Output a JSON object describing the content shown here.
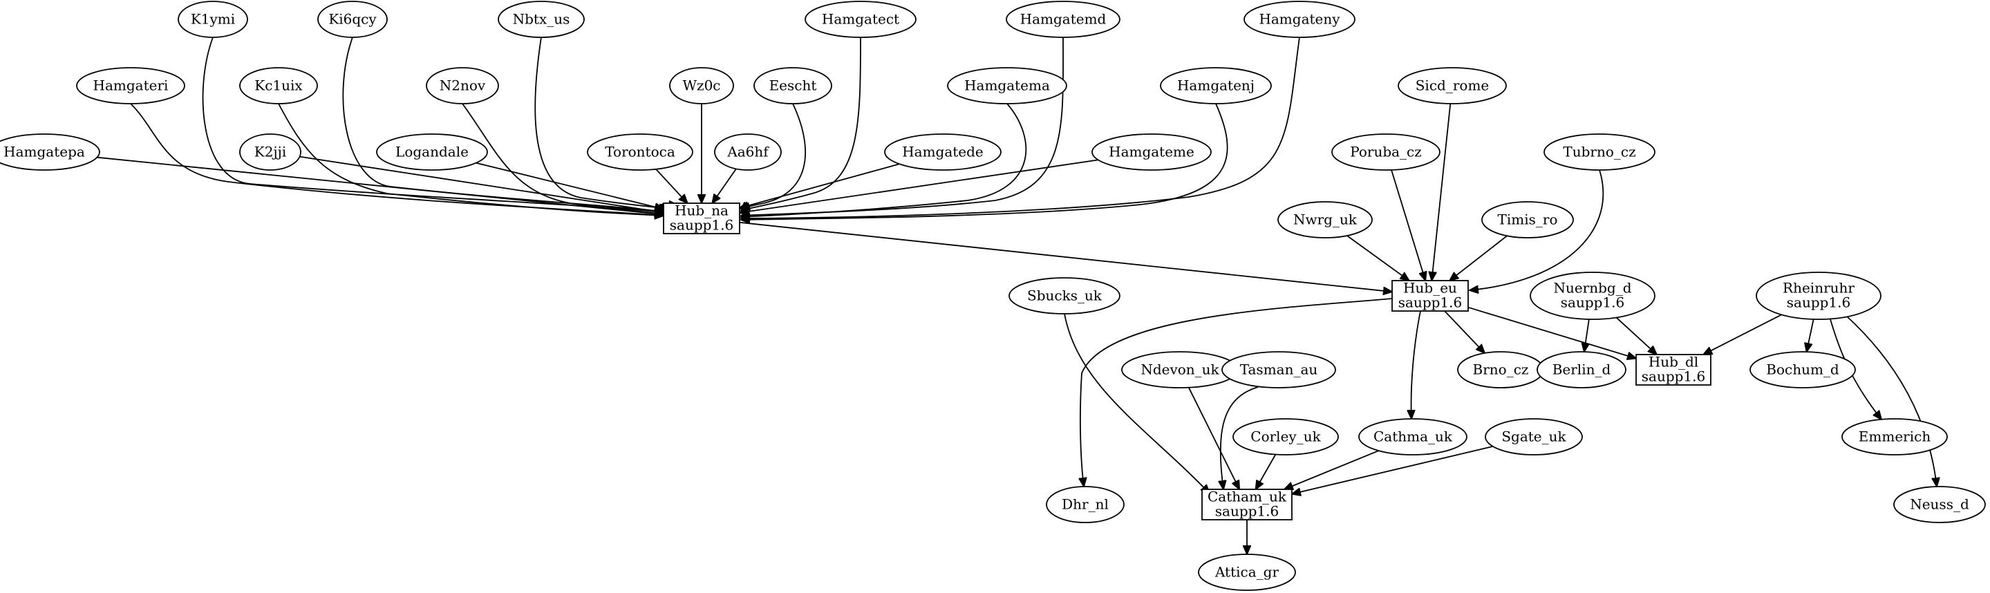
{
  "diagram": {
    "nodes": [
      {
        "id": "k1ymi",
        "label": "K1ymi",
        "shape": "ellipse"
      },
      {
        "id": "ki6qcy",
        "label": "Ki6qcy",
        "shape": "ellipse"
      },
      {
        "id": "nbtx_us",
        "label": "Nbtx_us",
        "shape": "ellipse"
      },
      {
        "id": "hamgatect",
        "label": "Hamgatect",
        "shape": "ellipse"
      },
      {
        "id": "hamgatemd",
        "label": "Hamgatemd",
        "shape": "ellipse"
      },
      {
        "id": "hamgateny",
        "label": "Hamgateny",
        "shape": "ellipse"
      },
      {
        "id": "hamgateri",
        "label": "Hamgateri",
        "shape": "ellipse"
      },
      {
        "id": "kc1uix",
        "label": "Kc1uix",
        "shape": "ellipse"
      },
      {
        "id": "n2nov",
        "label": "N2nov",
        "shape": "ellipse"
      },
      {
        "id": "wz0c",
        "label": "Wz0c",
        "shape": "ellipse"
      },
      {
        "id": "eescht",
        "label": "Eescht",
        "shape": "ellipse"
      },
      {
        "id": "hamgatema",
        "label": "Hamgatema",
        "shape": "ellipse"
      },
      {
        "id": "hamgatenj",
        "label": "Hamgatenj",
        "shape": "ellipse"
      },
      {
        "id": "sicd_rome",
        "label": "Sicd_rome",
        "shape": "ellipse"
      },
      {
        "id": "hamgatepa",
        "label": "Hamgatepa",
        "shape": "ellipse"
      },
      {
        "id": "k2jji",
        "label": "K2jji",
        "shape": "ellipse"
      },
      {
        "id": "logandale",
        "label": "Logandale",
        "shape": "ellipse"
      },
      {
        "id": "torontoca",
        "label": "Torontoca",
        "shape": "ellipse"
      },
      {
        "id": "aa6hf",
        "label": "Aa6hf",
        "shape": "ellipse"
      },
      {
        "id": "hamgatede",
        "label": "Hamgatede",
        "shape": "ellipse"
      },
      {
        "id": "hamgateme",
        "label": "Hamgateme",
        "shape": "ellipse"
      },
      {
        "id": "poruba_cz",
        "label": "Poruba_cz",
        "shape": "ellipse"
      },
      {
        "id": "tubrno_cz",
        "label": "Tubrno_cz",
        "shape": "ellipse"
      },
      {
        "id": "hub_na",
        "label": "Hub_na",
        "label2": "saupp1.6",
        "shape": "box"
      },
      {
        "id": "nwrg_uk",
        "label": "Nwrg_uk",
        "shape": "ellipse"
      },
      {
        "id": "timis_ro",
        "label": "Timis_ro",
        "shape": "ellipse"
      },
      {
        "id": "hub_eu",
        "label": "Hub_eu",
        "label2": "saupp1.6",
        "shape": "box"
      },
      {
        "id": "sbucks_uk",
        "label": "Sbucks_uk",
        "shape": "ellipse"
      },
      {
        "id": "nuernbg_d",
        "label": "Nuernbg_d",
        "label2": "saupp1.6",
        "shape": "ellipse"
      },
      {
        "id": "rheinruhr",
        "label": "Rheinruhr",
        "label2": "saupp1.6",
        "shape": "ellipse"
      },
      {
        "id": "ndevon_uk",
        "label": "Ndevon_uk",
        "shape": "ellipse"
      },
      {
        "id": "tasman_au",
        "label": "Tasman_au",
        "shape": "ellipse"
      },
      {
        "id": "brno_cz",
        "label": "Brno_cz",
        "shape": "ellipse"
      },
      {
        "id": "berlin_d",
        "label": "Berlin_d",
        "shape": "ellipse"
      },
      {
        "id": "hub_dl",
        "label": "Hub_dl",
        "label2": "saupp1.6",
        "shape": "box"
      },
      {
        "id": "bochum_d",
        "label": "Bochum_d",
        "shape": "ellipse"
      },
      {
        "id": "corley_uk",
        "label": "Corley_uk",
        "shape": "ellipse"
      },
      {
        "id": "cathma_uk",
        "label": "Cathma_uk",
        "shape": "ellipse"
      },
      {
        "id": "sgate_uk",
        "label": "Sgate_uk",
        "shape": "ellipse"
      },
      {
        "id": "emmerich",
        "label": "Emmerich",
        "shape": "ellipse"
      },
      {
        "id": "dhr_nl",
        "label": "Dhr_nl",
        "shape": "ellipse"
      },
      {
        "id": "catham_uk",
        "label": "Catham_uk",
        "label2": "saupp1.6",
        "shape": "box"
      },
      {
        "id": "neuss_d",
        "label": "Neuss_d",
        "shape": "ellipse"
      },
      {
        "id": "attica_gr",
        "label": "Attica_gr",
        "shape": "ellipse"
      }
    ],
    "edges": [
      {
        "from": "k1ymi",
        "to": "hub_na"
      },
      {
        "from": "ki6qcy",
        "to": "hub_na"
      },
      {
        "from": "nbtx_us",
        "to": "hub_na"
      },
      {
        "from": "hamgatect",
        "to": "hub_na"
      },
      {
        "from": "hamgatemd",
        "to": "hub_na"
      },
      {
        "from": "hamgateny",
        "to": "hub_na"
      },
      {
        "from": "hamgateri",
        "to": "hub_na"
      },
      {
        "from": "kc1uix",
        "to": "hub_na"
      },
      {
        "from": "n2nov",
        "to": "hub_na"
      },
      {
        "from": "wz0c",
        "to": "hub_na"
      },
      {
        "from": "eescht",
        "to": "hub_na"
      },
      {
        "from": "hamgatema",
        "to": "hub_na"
      },
      {
        "from": "hamgatenj",
        "to": "hub_na"
      },
      {
        "from": "hamgatepa",
        "to": "hub_na"
      },
      {
        "from": "k2jji",
        "to": "hub_na"
      },
      {
        "from": "logandale",
        "to": "hub_na"
      },
      {
        "from": "torontoca",
        "to": "hub_na"
      },
      {
        "from": "aa6hf",
        "to": "hub_na"
      },
      {
        "from": "hamgatede",
        "to": "hub_na"
      },
      {
        "from": "hamgateme",
        "to": "hub_na"
      },
      {
        "from": "hub_na",
        "to": "hub_eu"
      },
      {
        "from": "sicd_rome",
        "to": "hub_eu"
      },
      {
        "from": "poruba_cz",
        "to": "hub_eu"
      },
      {
        "from": "tubrno_cz",
        "to": "hub_eu"
      },
      {
        "from": "nwrg_uk",
        "to": "hub_eu"
      },
      {
        "from": "timis_ro",
        "to": "hub_eu"
      },
      {
        "from": "hub_eu",
        "to": "dhr_nl"
      },
      {
        "from": "hub_eu",
        "to": "brno_cz"
      },
      {
        "from": "hub_eu",
        "to": "cathma_uk"
      },
      {
        "from": "hub_eu",
        "to": "hub_dl"
      },
      {
        "from": "nuernbg_d",
        "to": "berlin_d"
      },
      {
        "from": "nuernbg_d",
        "to": "hub_dl"
      },
      {
        "from": "rheinruhr",
        "to": "hub_dl"
      },
      {
        "from": "rheinruhr",
        "to": "bochum_d"
      },
      {
        "from": "rheinruhr",
        "to": "emmerich"
      },
      {
        "from": "rheinruhr",
        "to": "neuss_d"
      },
      {
        "from": "sbucks_uk",
        "to": "catham_uk"
      },
      {
        "from": "ndevon_uk",
        "to": "catham_uk"
      },
      {
        "from": "tasman_au",
        "to": "catham_uk"
      },
      {
        "from": "corley_uk",
        "to": "catham_uk"
      },
      {
        "from": "cathma_uk",
        "to": "catham_uk"
      },
      {
        "from": "sgate_uk",
        "to": "catham_uk"
      },
      {
        "from": "catham_uk",
        "to": "attica_gr"
      }
    ]
  }
}
